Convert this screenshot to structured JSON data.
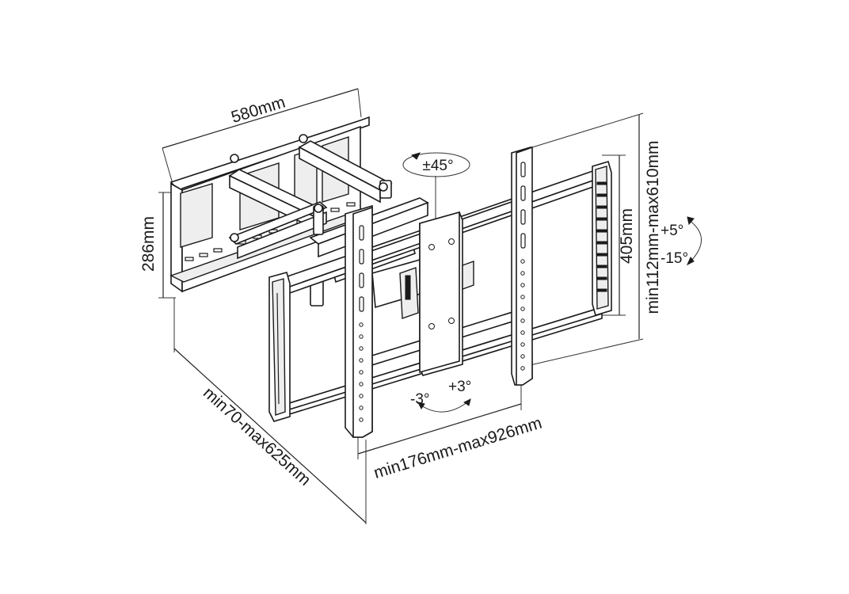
{
  "labels": {
    "wall_width": "580mm",
    "wall_height": "286mm",
    "swivel": "±45°",
    "tilt_up": "+5°",
    "tilt_down": "-15°",
    "roll_minus": "-3°",
    "roll_plus": "+3°",
    "tv_bracket_height": "405mm",
    "vesa_vertical": "min112mm-max610mm",
    "vesa_horizontal": "min176mm-max926mm",
    "extension": "min70-max625mm"
  }
}
